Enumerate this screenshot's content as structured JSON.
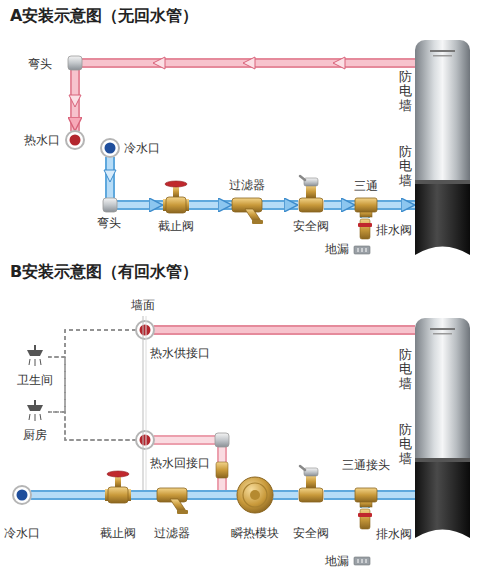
{
  "diagram": {
    "nodes": [
      {
        "text": [
          "防电墙",
          "防电墙"
        ]
      },
      {
        "text": [
          "热水口"
        ]
      },
      {
        "text": [
          "冷水口"
        ]
      },
      {
        "text": [
          "截止阀"
        ]
      },
      {
        "text": [
          "过滤器"
        ]
      },
      {
        "text": [
          "安全阀"
        ]
      },
      {
        "text": [
          "三通"
        ]
      },
      {
        "text": [
          "排水阀"
        ]
      },
      {
        "text": [
          "地漏"
        ]
      },
      {
        "text": [
          "防电墙",
          "防电墙"
        ]
      },
      {
        "text": [
          "热水供接口"
        ]
      },
      {
        "text": [
          "热水回接口"
        ]
      },
      {
        "text": [
          "冷水口"
        ]
      },
      {
        "text": [
          "截止阀"
        ]
      },
      {
        "text": [
          "过滤器"
        ]
      },
      {
        "text": [
          "瞬热模块"
        ]
      },
      {
        "text": [
          "安全阀"
        ]
      },
      {
        "text": [
          "三通接头"
        ]
      },
      {
        "text": [
          "排水阀"
        ]
      },
      {
        "text": [
          "地漏"
        ]
      },
      {
        "text": [
          "卫生间"
        ]
      },
      {
        "text": [
          "厨房"
        ]
      }
    ],
    "edges": [
      {
        "from": 0,
        "to": 1,
        "arrow": "to"
      },
      {
        "from": 2,
        "to": 3,
        "arrow": "to"
      },
      {
        "from": 3,
        "to": 4,
        "arrow": "to"
      },
      {
        "from": 4,
        "to": 5,
        "arrow": "to"
      },
      {
        "from": 5,
        "to": 6,
        "arrow": "to"
      },
      {
        "from": 6,
        "to": 0,
        "arrow": "to"
      },
      {
        "from": 6,
        "to": 7,
        "arrow": "none"
      },
      {
        "from": 9,
        "to": 10,
        "arrow": "none"
      },
      {
        "from": 11,
        "to": 15,
        "arrow": "none"
      },
      {
        "from": 12,
        "to": 13,
        "arrow": "none"
      },
      {
        "from": 13,
        "to": 14,
        "arrow": "none"
      },
      {
        "from": 14,
        "to": 15,
        "arrow": "none"
      },
      {
        "from": 15,
        "to": 16,
        "arrow": "none"
      },
      {
        "from": 16,
        "to": 17,
        "arrow": "none"
      },
      {
        "from": 17,
        "to": 9,
        "arrow": "none"
      },
      {
        "from": 17,
        "to": 18,
        "arrow": "none"
      },
      {
        "from": 10,
        "to": 20,
        "arrow": "none"
      },
      {
        "from": 10,
        "to": 21,
        "arrow": "none"
      },
      {
        "from": 20,
        "to": 11,
        "arrow": "none"
      },
      {
        "from": 21,
        "to": 11,
        "arrow": "none"
      }
    ],
    "labels": [
      "A安装示意图（无回水管）",
      "弯头",
      "弯头",
      "B安装示意图（有回水管）",
      "墙面"
    ]
  }
}
